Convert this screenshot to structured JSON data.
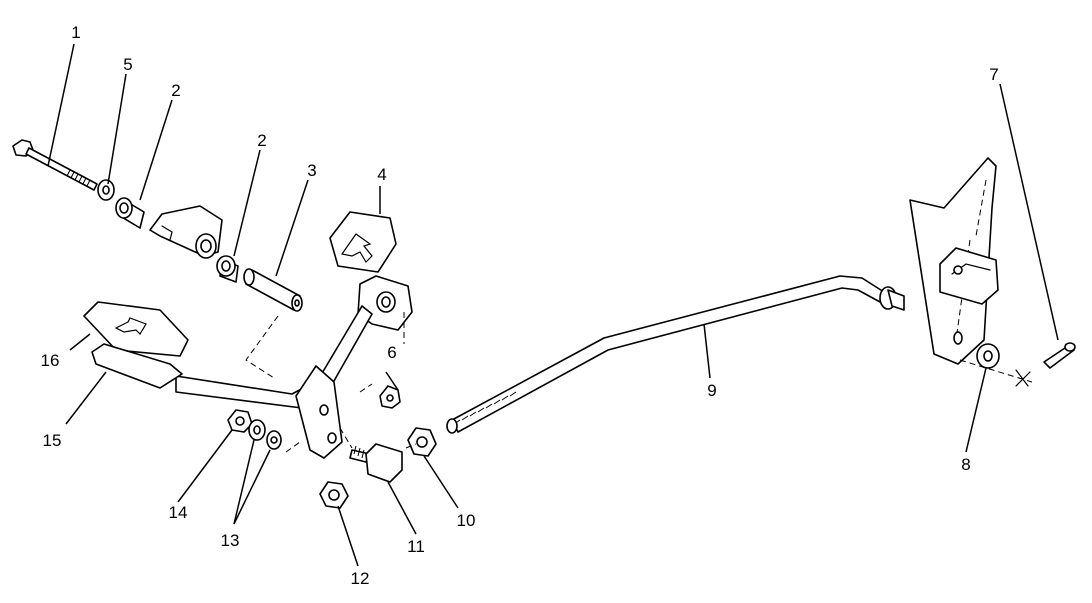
{
  "diagram": {
    "parts": [
      {
        "id": "bolt",
        "callout": "1"
      },
      {
        "id": "bushing",
        "callout": "2"
      },
      {
        "id": "spacer",
        "callout": "3"
      },
      {
        "id": "pedal-pad-upper",
        "callout": "4"
      },
      {
        "id": "washer",
        "callout": "5"
      },
      {
        "id": "nut-6",
        "callout": "6"
      },
      {
        "id": "cotter-pin",
        "callout": "7"
      },
      {
        "id": "washer-8",
        "callout": "8"
      },
      {
        "id": "rod",
        "callout": "9"
      },
      {
        "id": "nut-10",
        "callout": "10"
      },
      {
        "id": "swivel",
        "callout": "11"
      },
      {
        "id": "nut-12",
        "callout": "12"
      },
      {
        "id": "washers-13",
        "callout": "13"
      },
      {
        "id": "nut-14",
        "callout": "14"
      },
      {
        "id": "pad-support",
        "callout": "15"
      },
      {
        "id": "pedal-pad-lower",
        "callout": "16"
      }
    ]
  }
}
